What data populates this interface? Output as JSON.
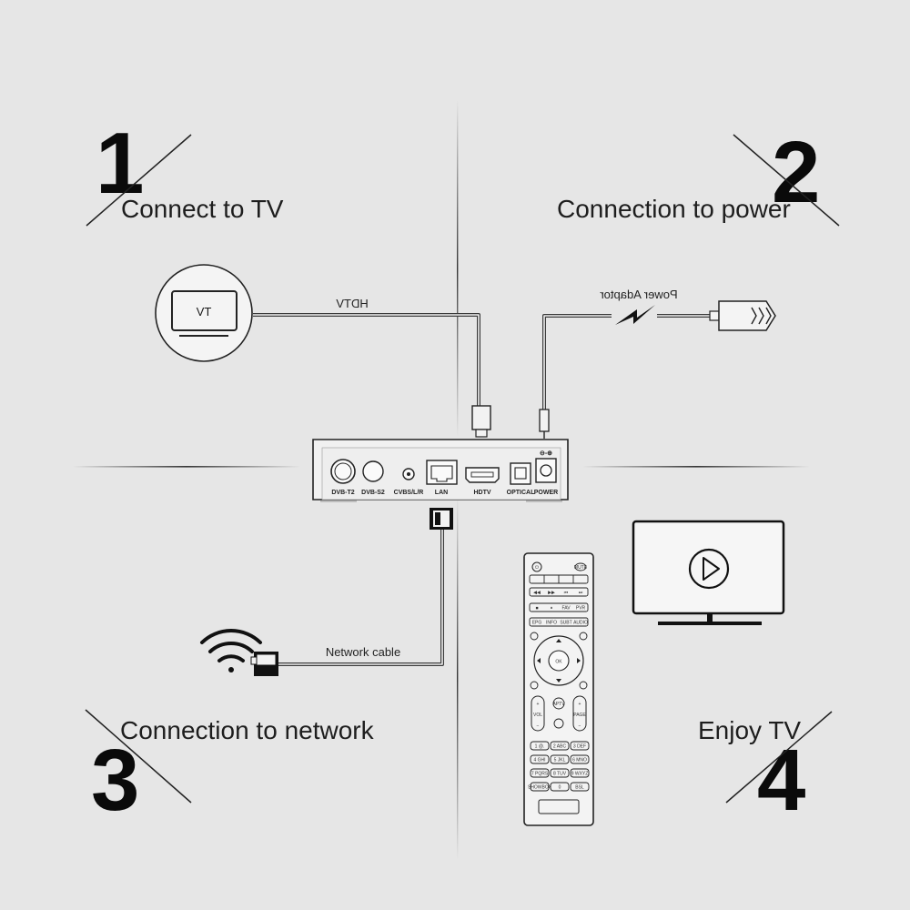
{
  "steps": [
    {
      "number": "1",
      "label": "Connect to TV"
    },
    {
      "number": "2",
      "label": "Connection to power"
    },
    {
      "number": "3",
      "label": "Connection to network"
    },
    {
      "number": "4",
      "label": "Enjoy TV"
    }
  ],
  "cables": {
    "hdtv": "HDTV",
    "power": "Power Adaptor",
    "network": "Network cable"
  },
  "tv_icon_text": "TV",
  "box_ports": [
    "DVB-T2",
    "DVB-S2",
    "CVBS/L/R",
    "LAN",
    "HDTV",
    "OPTICAL",
    "POWER"
  ],
  "remote": {
    "ok": "OK",
    "top_left": "⏻",
    "top_right": "MUTE",
    "row_media1": [
      "◀◀",
      "▶▶",
      "⏮",
      "⏭"
    ],
    "row_media2": [
      "■",
      "⏸",
      "FAV",
      "PVR"
    ],
    "row_func": [
      "EPG",
      "INFO",
      "SUBT",
      "AUDIO"
    ],
    "vol": "VOL",
    "page": "PAGE",
    "aptv": "APTV",
    "numpad": [
      "1 @.",
      "2 ABC",
      "3 DEF",
      "4 GHI",
      "5 JKL",
      "6 MNO",
      "7 PQRS",
      "8 TUV",
      "9 WXYZ",
      "SHOWBOX",
      "0",
      "BSL"
    ]
  },
  "icons": [
    "tv-icon",
    "wifi-icon",
    "plug-icon",
    "lightning-icon",
    "play-icon",
    "remote-control",
    "set-top-box"
  ]
}
